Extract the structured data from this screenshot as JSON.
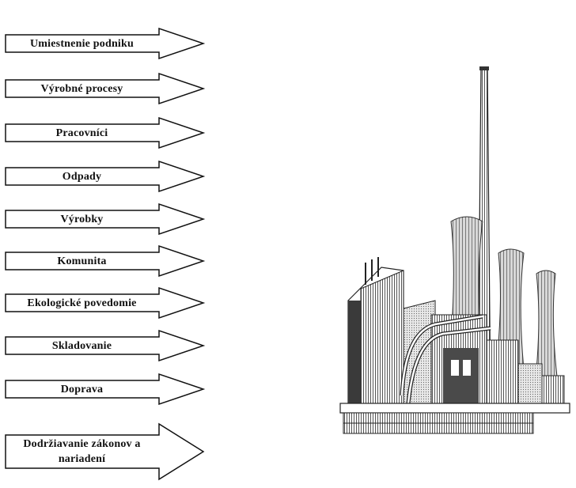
{
  "factors": [
    "Umiestnenie podniku",
    "Výrobné procesy",
    "Pracovníci",
    "Odpady",
    "Výrobky",
    "Komunita",
    "Ekologické povedomie",
    "Skladovanie",
    "Doprava",
    "Dodržiavanie zákonov a nariadení"
  ],
  "illustration": "industrial-plant-with-chimney-and-cooling-towers",
  "colors": {
    "ink": "#111111",
    "background": "#ffffff"
  }
}
